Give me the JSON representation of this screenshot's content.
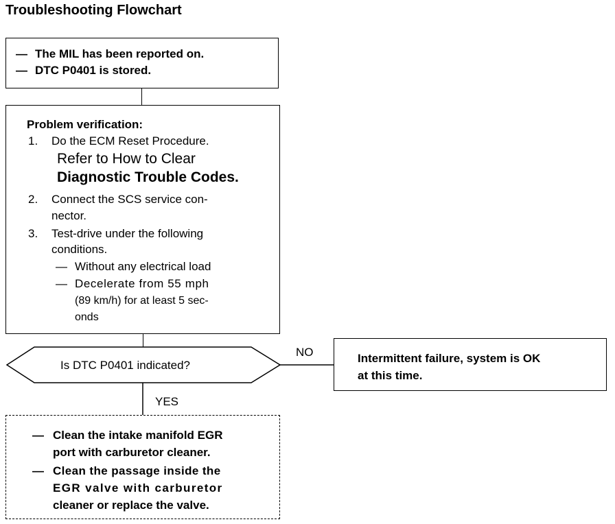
{
  "title": "Troubleshooting Flowchart",
  "start_box": {
    "lines": [
      "The MIL has been reported on.",
      "DTC P0401 is stored."
    ]
  },
  "verify_box": {
    "heading": "Problem verification:",
    "step1_num": "1.",
    "step1": "Do the ECM Reset Procedure.",
    "step1_ref_line1": "Refer to How to Clear",
    "step1_ref_line2": "Diagnostic Trouble Codes.",
    "step2_num": "2.",
    "step2_line1": "Connect the SCS service con-",
    "step2_line2": "nector.",
    "step3_num": "3.",
    "step3_line1": "Test-drive under the following",
    "step3_line2": "conditions.",
    "cond1": "Without any electrical load",
    "cond2_line1": "Decelerate from 55 mph",
    "cond2_line2": "(89 km/h) for at least 5 sec-",
    "cond2_line3": "onds"
  },
  "decision": {
    "question": "Is DTC P0401 indicated?",
    "no_label": "NO",
    "yes_label": "YES"
  },
  "no_box": {
    "line1": "Intermittent failure, system is OK",
    "line2": "at this time."
  },
  "yes_box": {
    "item1_line1": "Clean the intake manifold EGR",
    "item1_line2": "port with carburetor cleaner.",
    "item2_line1": "Clean the passage inside the",
    "item2_line2": "EGR valve with carburetor",
    "item2_line3": "cleaner or replace the valve."
  }
}
